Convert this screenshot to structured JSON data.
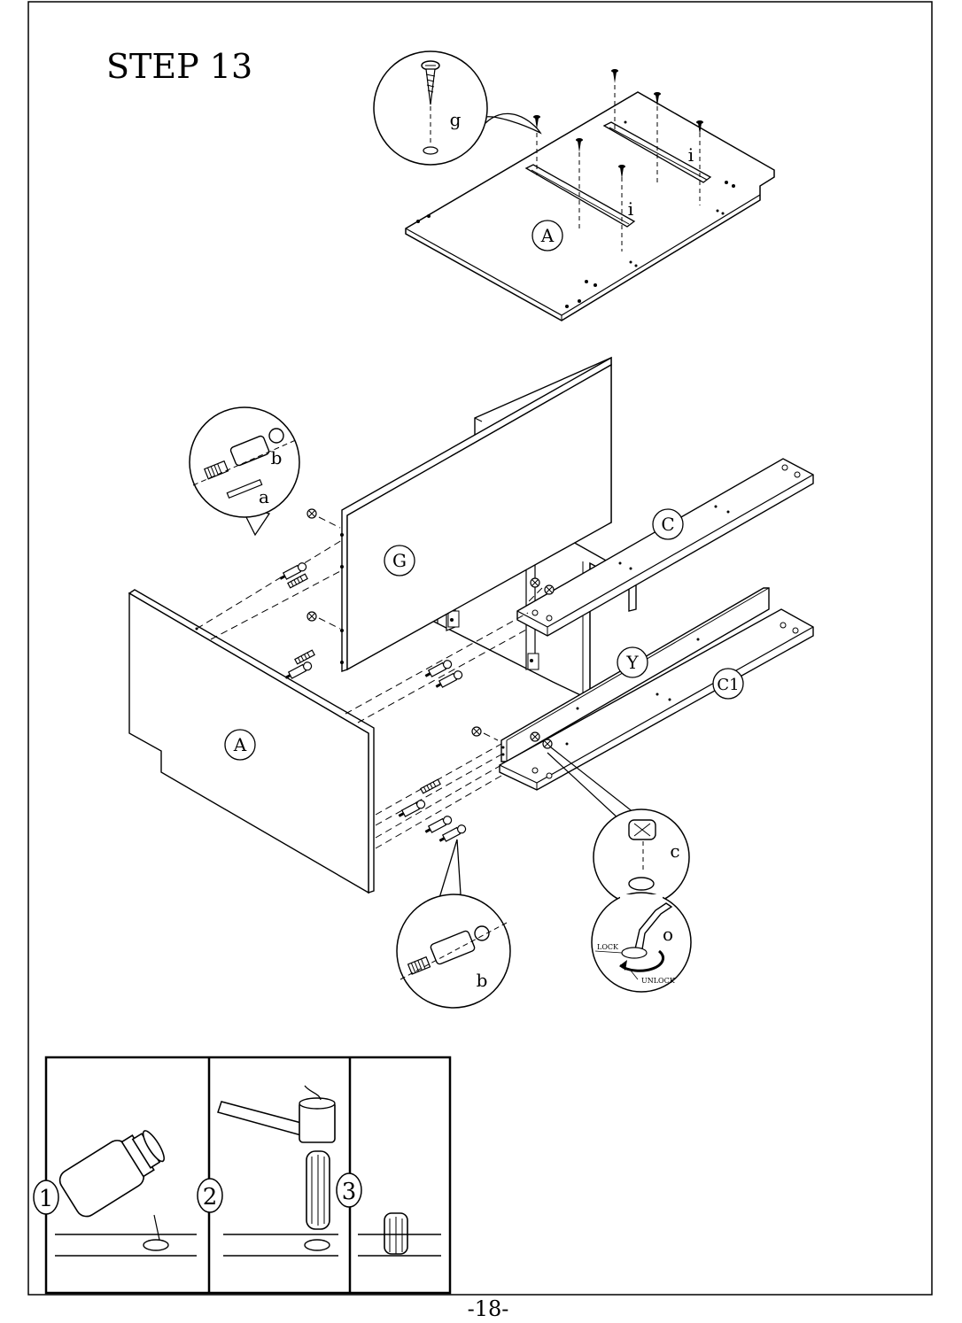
{
  "step_title": "STEP 13",
  "page_number": "-18-",
  "panels": {
    "A": "A",
    "G": "G",
    "C": "C",
    "Y": "Y",
    "C1": "C1"
  },
  "hardware": {
    "g": "g",
    "i": "i",
    "a": "a",
    "b": "b",
    "c": "c",
    "o": "o"
  },
  "cam_lock": {
    "lock_label": "LOCK",
    "unlock_label": "UNLOCK"
  },
  "dowel_steps": [
    "1",
    "2",
    "3"
  ]
}
